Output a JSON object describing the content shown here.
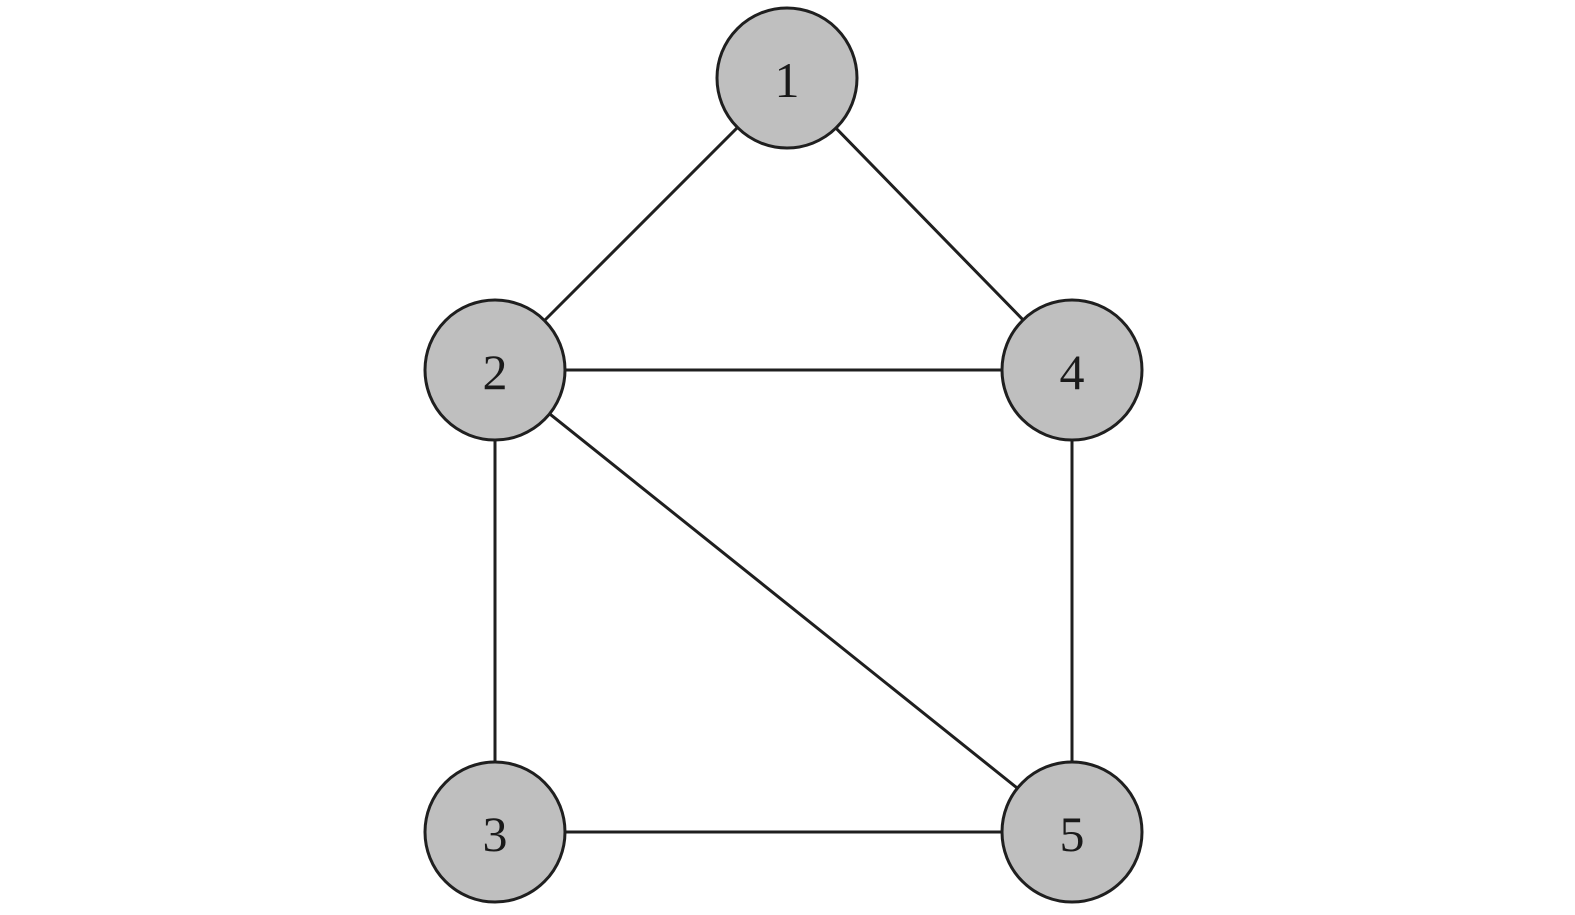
{
  "diagram": {
    "type": "undirected-graph",
    "colors": {
      "node_fill": "#bfbfbf",
      "node_stroke": "#1f1f1f",
      "edge": "#1f1f1f",
      "label": "#1a1a1a",
      "background": "#ffffff"
    },
    "nodes": [
      {
        "id": "1",
        "label": "1"
      },
      {
        "id": "2",
        "label": "2"
      },
      {
        "id": "3",
        "label": "3"
      },
      {
        "id": "4",
        "label": "4"
      },
      {
        "id": "5",
        "label": "5"
      }
    ],
    "edges": [
      {
        "from": "1",
        "to": "2"
      },
      {
        "from": "1",
        "to": "4"
      },
      {
        "from": "2",
        "to": "4"
      },
      {
        "from": "2",
        "to": "3"
      },
      {
        "from": "2",
        "to": "5"
      },
      {
        "from": "4",
        "to": "5"
      },
      {
        "from": "3",
        "to": "5"
      }
    ]
  }
}
